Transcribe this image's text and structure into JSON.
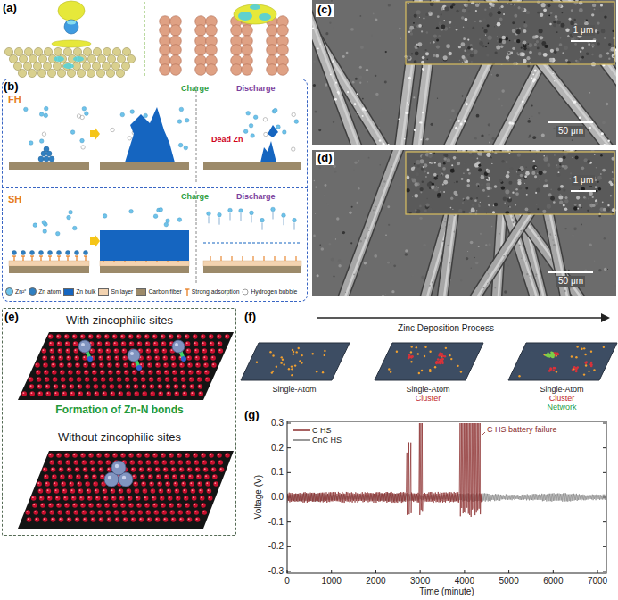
{
  "diagram": {
    "nodes": [
      {
        "text": [
          "FH",
          "Charge",
          "Discharge",
          "Dead Zn"
        ]
      },
      {
        "text": [
          "SH",
          "Charge",
          "Discharge"
        ]
      },
      {
        "text": [
          "With zincophilic sites",
          "Formation of Zn-N bonds",
          "Without zincophilic sites"
        ]
      }
    ],
    "labels": [
      "(a)",
      "(b)",
      "(c)",
      "1 μm",
      "50 μm",
      "(d)",
      "1 μm",
      "50 μm",
      "(e)",
      "(f)",
      "Zinc Deposition Process",
      "Single-Atom",
      "Single-Atom",
      "Cluster",
      "Single-Atom",
      "Cluster",
      "Network",
      "(g)",
      "0.3",
      "0.2",
      "0.1",
      "0.0",
      "-0.1",
      "-0.2",
      "-0.3",
      "0",
      "1000",
      "2000",
      "3000",
      "4000",
      "5000",
      "6000",
      "7000",
      "Voltage (V)",
      "Time (minute)",
      "C HS battery failure"
    ],
    "legend": [
      {
        "text": "Zn²⁺",
        "color": "#6ec3ea"
      },
      {
        "text": "Zn atom",
        "color": "#2f7fc1"
      },
      {
        "text": "Zn bulk",
        "color": "#1565c0"
      },
      {
        "text": "Sn layer",
        "color": "#f3d3b0"
      },
      {
        "text": "Carbon fiber",
        "color": "#9c8a6a"
      },
      {
        "text": "Strong adsorption"
      },
      {
        "text": "Hydrogen bubble"
      },
      {
        "text": "C HS"
      },
      {
        "text": "CnC HS"
      }
    ]
  }
}
